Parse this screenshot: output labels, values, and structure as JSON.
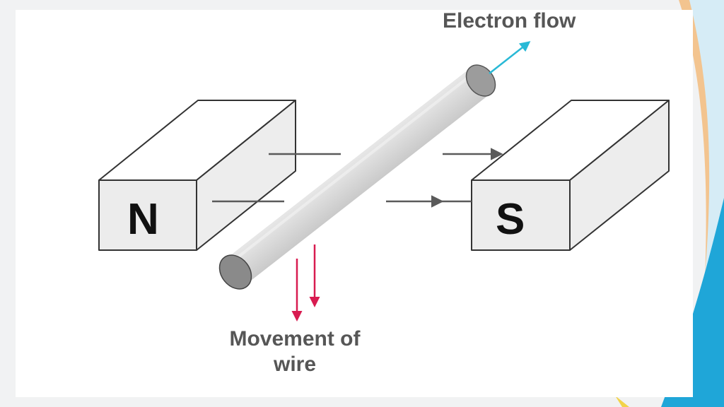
{
  "labels": {
    "electron_flow": "Electron flow",
    "movement_of_wire": "Movement of wire",
    "north_pole": "N",
    "south_pole": "S"
  },
  "colors": {
    "electron_arrow": "#29b9d6",
    "movement_arrow": "#d81b50",
    "field_line": "#5a5a5a",
    "accent_blue": "#1fa6d8",
    "accent_orange": "#f2b06a"
  }
}
